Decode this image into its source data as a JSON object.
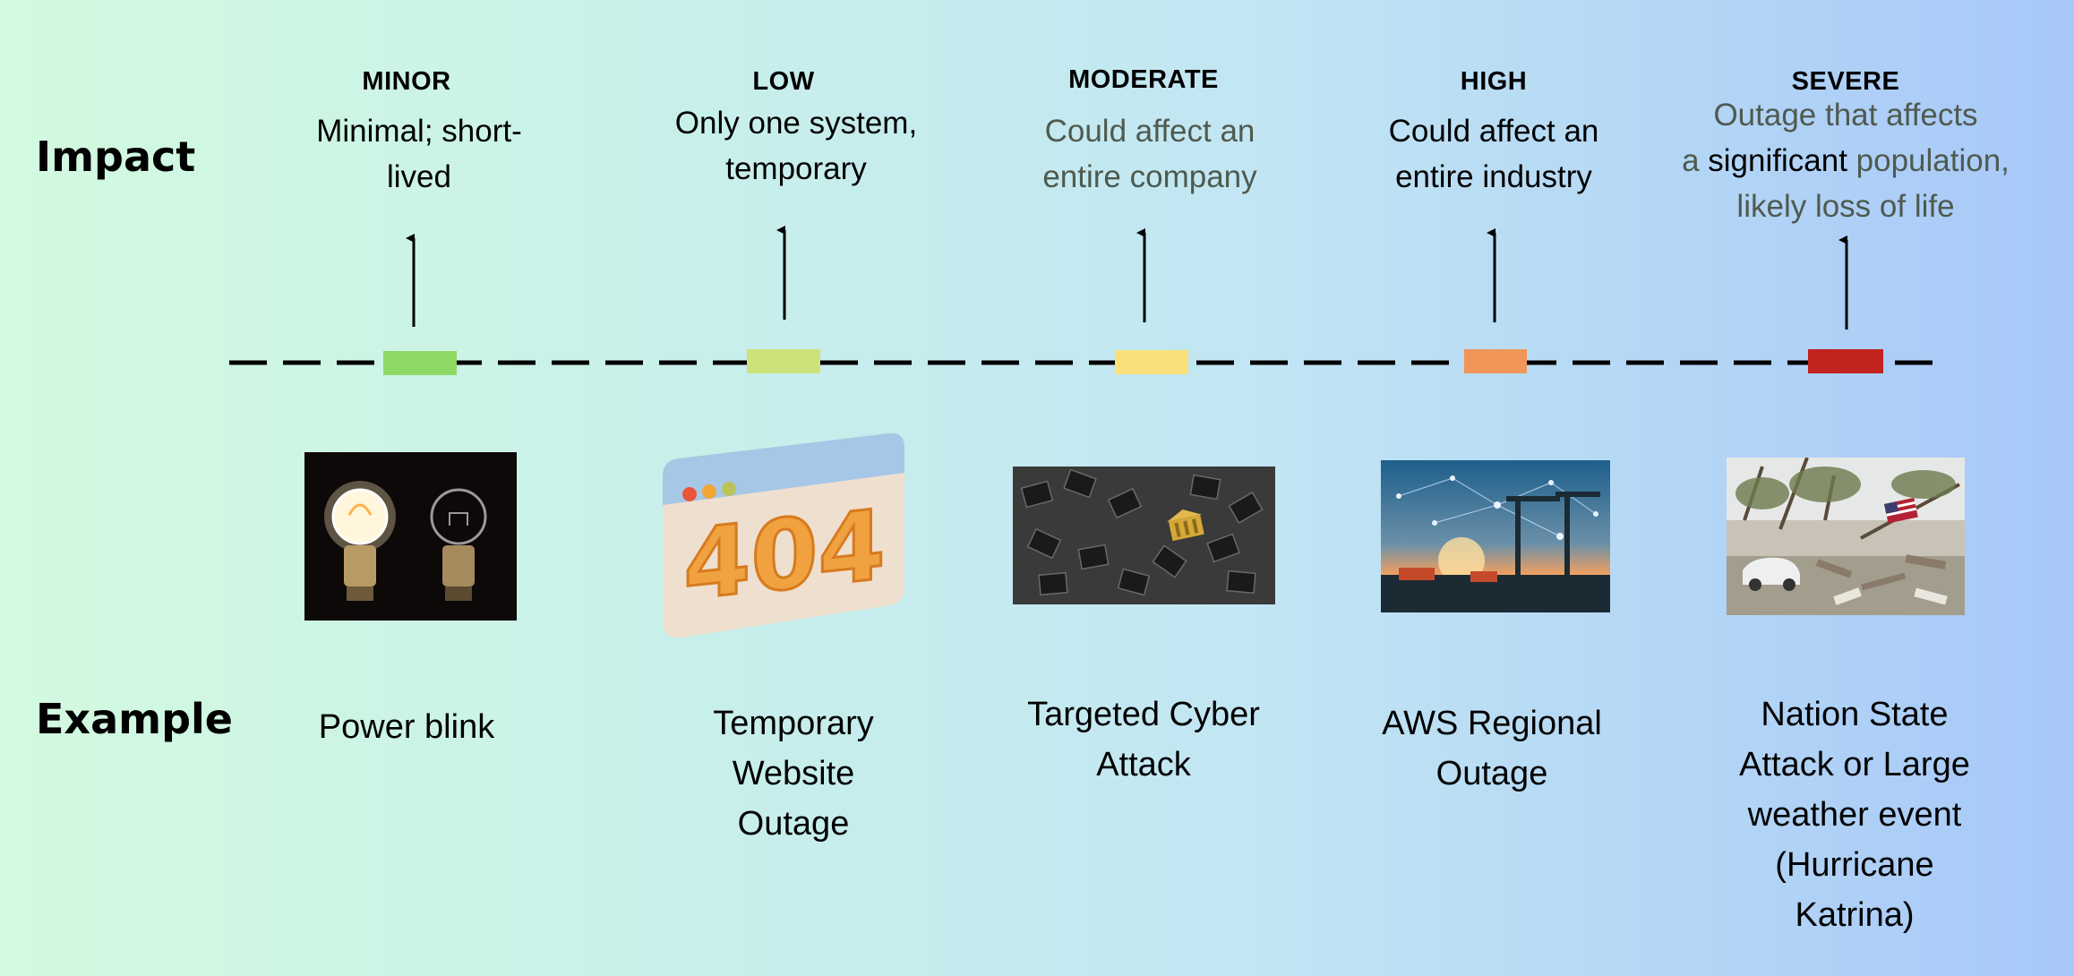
{
  "row_labels": {
    "impact": "Impact",
    "example": "Example"
  },
  "levels": [
    {
      "name": "MINOR",
      "description": "Minimal; short-lived",
      "desc_lines": [
        "Minimal; short-",
        "lived"
      ],
      "marker_color": "#8fd966",
      "example_lines": [
        "Power blink"
      ],
      "image": "light-bulbs-icon"
    },
    {
      "name": "LOW",
      "description": "Only one system, temporary",
      "desc_lines": [
        "Only one system,",
        "temporary"
      ],
      "marker_color": "#cde27a",
      "example_lines": [
        "Temporary",
        "Website",
        "Outage"
      ],
      "image": "error-404-icon"
    },
    {
      "name": "MODERATE",
      "description": "Could affect an entire company",
      "desc_lines": [
        "Could affect an",
        "entire company"
      ],
      "marker_color": "#f9e07a",
      "example_lines": [
        "Targeted Cyber",
        "Attack"
      ],
      "image": "bank-buildings-icon"
    },
    {
      "name": "HIGH",
      "description": "Could affect an entire industry",
      "desc_lines": [
        "Could affect an",
        "entire industry"
      ],
      "marker_color": "#f09658",
      "example_lines": [
        "AWS Regional",
        "Outage"
      ],
      "image": "network-port-icon"
    },
    {
      "name": "SEVERE",
      "description": "Outage that affects a significant population, likely loss of life",
      "desc_lines": [
        "Outage that affects",
        "a significant population,",
        "likely loss of life"
      ],
      "marker_color": "#c1231e",
      "example_lines": [
        "Nation State",
        "Attack or Large",
        "weather event",
        "(Hurricane",
        "Katrina)"
      ],
      "image": "storm-damage-icon"
    }
  ]
}
